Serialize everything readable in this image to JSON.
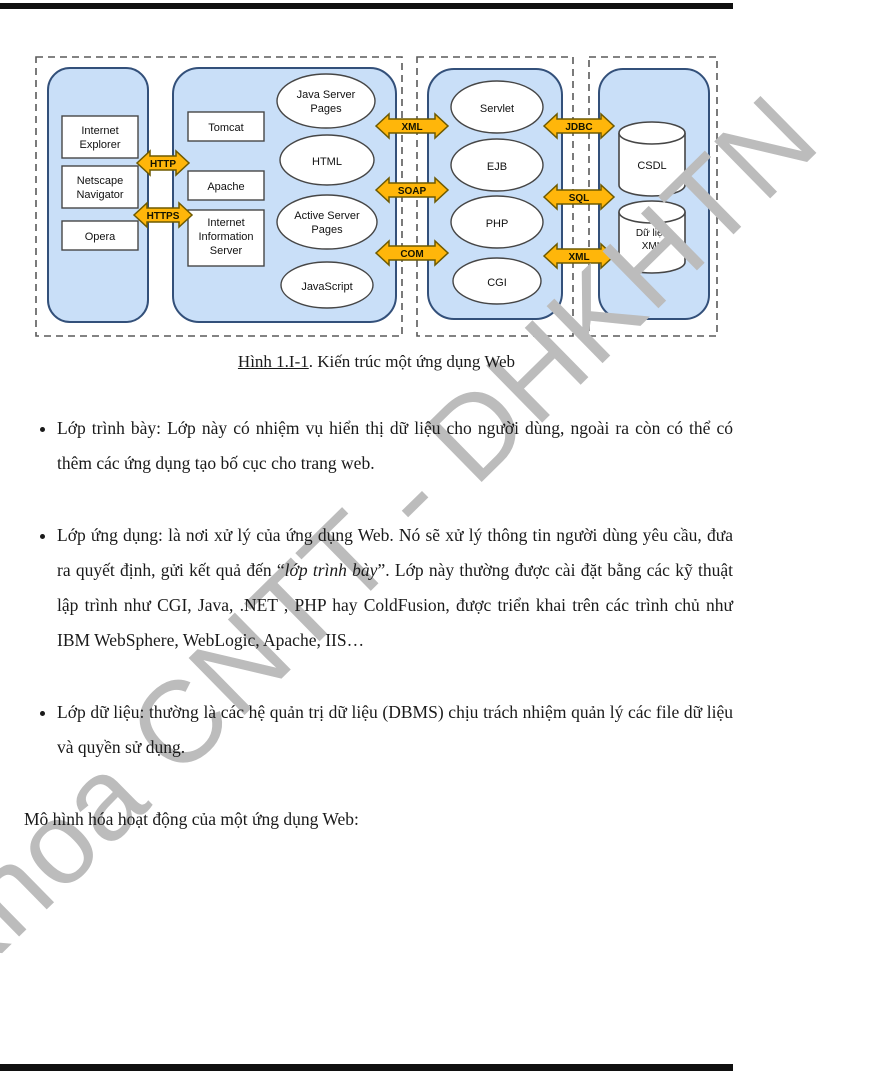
{
  "watermark": {
    "text": "Khoa CNTT - DHKHTN",
    "color": "#bcbcbc"
  },
  "figure": {
    "caption_label": "Hình 1.I-1",
    "caption_rest": ". Kiến trúc một ứng dụng Web"
  },
  "diagram": {
    "colors": {
      "panel_fill": "#c9dff8",
      "panel_border": "#33507a",
      "node_fill": "#ffffff",
      "node_border": "#464646",
      "arrow_fill": "#ffb60a",
      "arrow_border": "#6e5a00",
      "dashed_border": "#5a5a5a"
    },
    "client_boxes": [
      {
        "lines": [
          "Internet",
          "Explorer"
        ]
      },
      {
        "lines": [
          "Netscape",
          "Navigator"
        ]
      },
      {
        "lines": [
          "Opera"
        ]
      }
    ],
    "server_boxes": [
      {
        "lines": [
          "Tomcat"
        ]
      },
      {
        "lines": [
          "Apache"
        ]
      },
      {
        "lines": [
          "Internet",
          "Information",
          "Server"
        ]
      }
    ],
    "page_ovals": [
      {
        "lines": [
          "Java Server",
          "Pages"
        ]
      },
      {
        "lines": [
          "HTML"
        ]
      },
      {
        "lines": [
          "Active Server",
          "Pages"
        ]
      },
      {
        "lines": [
          "JavaScript"
        ]
      }
    ],
    "app_ovals": [
      {
        "lines": [
          "Servlet"
        ]
      },
      {
        "lines": [
          "EJB"
        ]
      },
      {
        "lines": [
          "PHP"
        ]
      },
      {
        "lines": [
          "CGI"
        ]
      }
    ],
    "datastores": [
      {
        "lines": [
          "CSDL"
        ]
      },
      {
        "lines": [
          "Dữ liệu",
          "XML"
        ]
      }
    ],
    "connectors_client": [
      "HTTP",
      "HTTPS"
    ],
    "connectors_app": [
      "XML",
      "SOAP",
      "COM"
    ],
    "connectors_data": [
      "JDBC",
      "SQL",
      "XML"
    ]
  },
  "content": {
    "bullets": [
      {
        "segments": [
          {
            "t": "Lớp trình bày: Lớp này có nhiệm vụ hiển thị dữ liệu cho người dùng, ngoài ra còn có thể có thêm các ứng dụng tạo bố cục cho trang web."
          }
        ]
      },
      {
        "segments": [
          {
            "t": "Lớp ứng dụng: là nơi xử lý của ứng dụng Web. Nó sẽ xử lý thông tin người dùng yêu cầu, đưa ra quyết định,  gửi kết quả đến “"
          },
          {
            "t": "lớp trình bày"
          },
          {
            "t": "”. Lớp này thường được cài đặt bằng các kỹ thuật lập trình như CGI, Java, .NET , PHP hay ColdFusion, được triển khai trên các trình chủ như IBM WebSphere, WebLogic, Apache, IIS…"
          }
        ]
      },
      {
        "segments": [
          {
            "t": "Lớp dữ liệu: thường là các hệ quản trị dữ liệu (DBMS) chịu trách nhiệm quản lý các file dữ liệu và quyền sử dụng."
          }
        ]
      }
    ],
    "closing": "Mô hình hóa hoạt động của một ứng dụng Web:"
  }
}
